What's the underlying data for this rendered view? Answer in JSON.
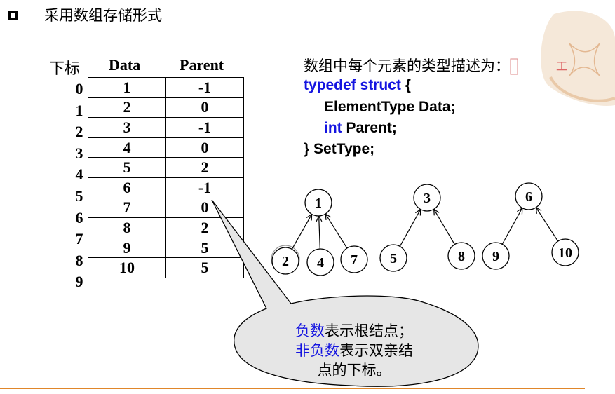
{
  "bullet": {
    "text": "采用数组存储形式"
  },
  "table": {
    "index_header": "下标",
    "data_header": "Data",
    "parent_header": "Parent",
    "rows": [
      {
        "index": "0",
        "data": "1",
        "parent": "-1"
      },
      {
        "index": "1",
        "data": "2",
        "parent": "0"
      },
      {
        "index": "2",
        "data": "3",
        "parent": "-1"
      },
      {
        "index": "3",
        "data": "4",
        "parent": "0"
      },
      {
        "index": "4",
        "data": "5",
        "parent": "2"
      },
      {
        "index": "5",
        "data": "6",
        "parent": "-1"
      },
      {
        "index": "6",
        "data": "7",
        "parent": "0"
      },
      {
        "index": "7",
        "data": "8",
        "parent": "2"
      },
      {
        "index": "8",
        "data": "9",
        "parent": "5"
      },
      {
        "index": "9",
        "data": "10",
        "parent": "5"
      }
    ]
  },
  "description": "数组中每个元素的类型描述为：",
  "code": {
    "line1_kw": "typedef struct",
    "line1_rest": " {",
    "line2": "ElementType Data;",
    "line3_kw": "int",
    "line3_rest": " Parent;",
    "line4": "} SetType;"
  },
  "trees": {
    "nodes": [
      "1",
      "2",
      "4",
      "7",
      "3",
      "5",
      "8",
      "6",
      "9",
      "10"
    ]
  },
  "callout": {
    "line1_hl": "负数",
    "line1_rest": "表示根结点；",
    "line2_hl": "非负数",
    "line2_rest": "表示双亲结",
    "line3": "点的下标。"
  },
  "colors": {
    "keyword": "#1414e0",
    "accent_line": "#e0862a",
    "callout_fill": "#e6e6e6"
  }
}
